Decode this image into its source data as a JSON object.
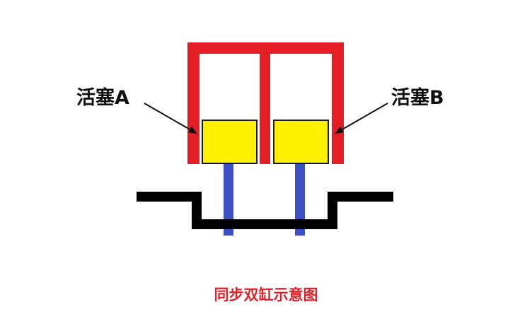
{
  "diagram": {
    "caption": "同步双缸示意图",
    "piston_a_label": "活塞A",
    "piston_b_label": "活塞B"
  },
  "colors": {
    "cylinder": "#e31e25",
    "piston": "#fff200",
    "piston_border": "#1a1a1a",
    "rod": "#3d4fc4",
    "base_plate": "#000000",
    "arrow": "#111111",
    "caption": "#e31e25",
    "label": "#111111"
  }
}
